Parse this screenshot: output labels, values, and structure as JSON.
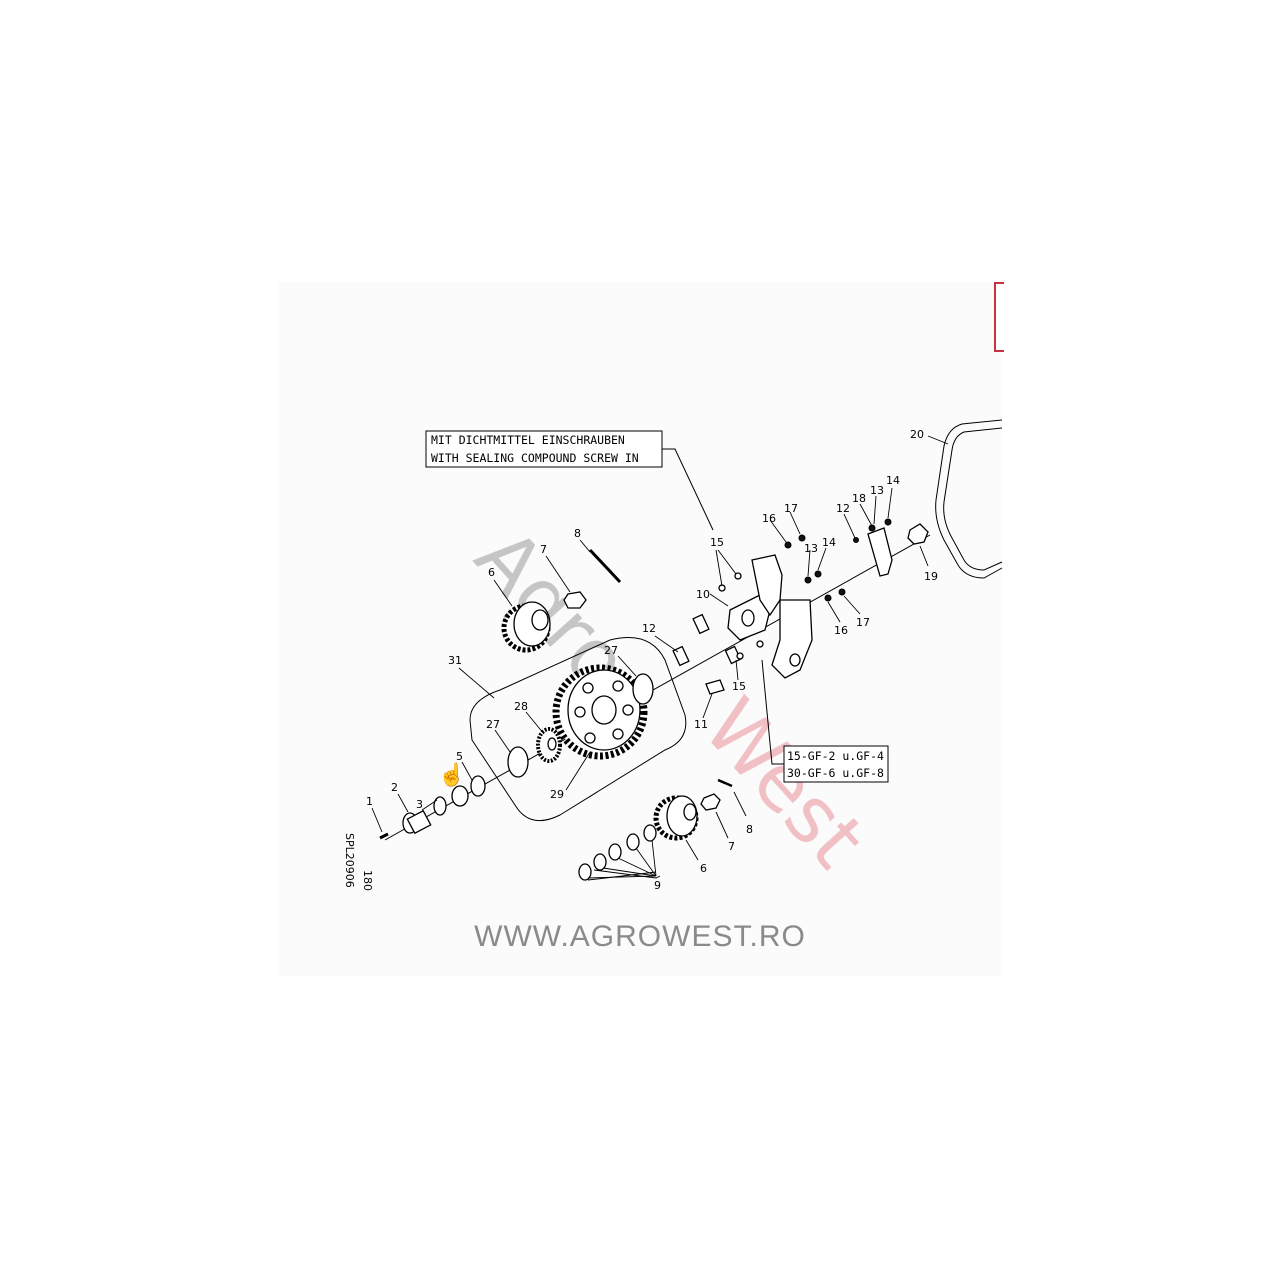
{
  "notes": {
    "sealing_de": "MIT DICHTMITTEL EINSCHRAUBEN",
    "sealing_en": "WITH SEALING COMPOUND SCREW IN",
    "variant_1": "15-GF-2 u.GF-4",
    "variant_2": "30-GF-6 u.GF-8"
  },
  "drawing_code": "SPL20906",
  "page_number": "180",
  "watermark": {
    "green_part": "Agro",
    "red_part": "West",
    "full": "AgroWest"
  },
  "website": "WWW.AGROWEST.RO",
  "callouts": {
    "c1": "1",
    "c2": "2",
    "c3": "3",
    "c5": "5",
    "c6a": "6",
    "c6b": "6",
    "c7a": "7",
    "c7b": "7",
    "c8a": "8",
    "c8b": "8",
    "c9": "9",
    "c10": "10",
    "c11": "11",
    "c12a": "12",
    "c12b": "12",
    "c13a": "13",
    "c13b": "13",
    "c14a": "14",
    "c14b": "14",
    "c15a": "15",
    "c15b": "15",
    "c16a": "16",
    "c16b": "16",
    "c17a": "17",
    "c17b": "17",
    "c18": "18",
    "c19": "19",
    "c20": "20",
    "c27a": "27",
    "c27b": "27",
    "c28": "28",
    "c29": "29",
    "c31": "31"
  },
  "colors": {
    "watermark_gray": "#9a9a9a",
    "watermark_green": "#9bd3a6",
    "watermark_red": "#e8909a",
    "website_gray": "#8a8a8a"
  }
}
